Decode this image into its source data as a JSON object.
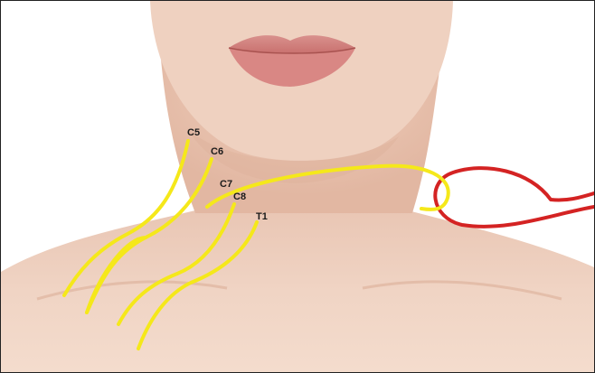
{
  "labels": {
    "c5": "C5",
    "c6": "C6",
    "c7": "C7",
    "c8": "C8",
    "t1": "T1"
  },
  "colors": {
    "nerve": "#f5e81a",
    "vessel": "#d42323",
    "skin_light": "#f2d7c8",
    "skin_mid": "#e8c1ad",
    "skin_shadow": "#d9a993",
    "lips": "#d88a86"
  }
}
